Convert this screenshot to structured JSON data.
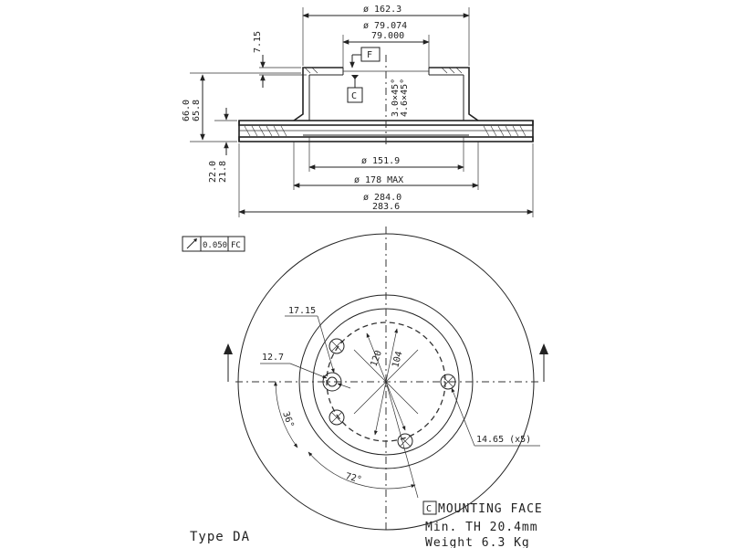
{
  "top_view": {
    "dia_162": "ø 162.3",
    "dia_79a": "ø 79.074",
    "dia_79b": "79.000",
    "flag_f": "F",
    "depth": "7.15",
    "datum_c": "C",
    "chamfer_a": "3.0×45°",
    "chamfer_b": "4.6×45°",
    "height_a": "66.0",
    "height_b": "65.8",
    "thick_a": "22.0",
    "thick_b": "21.8",
    "dia_151": "ø 151.9",
    "dia_178": "ø 178 MAX",
    "dia_284a": "ø 284.0",
    "dia_284b": "283.6"
  },
  "tolerance": {
    "value": "0.050",
    "datum": "FC"
  },
  "front_view": {
    "dim_1715": "17.15",
    "dim_127": "12.7",
    "dim_120": "120",
    "dim_104": "104",
    "angle_36": "36°",
    "angle_72": "72°",
    "holes": "14.65 (x5)"
  },
  "notes": {
    "datum": "C",
    "mounting": "MOUNTING FACE",
    "min_th": "Min. TH 20.4mm",
    "weight": "Weight 6.3 Kg",
    "type": "Type DA"
  }
}
